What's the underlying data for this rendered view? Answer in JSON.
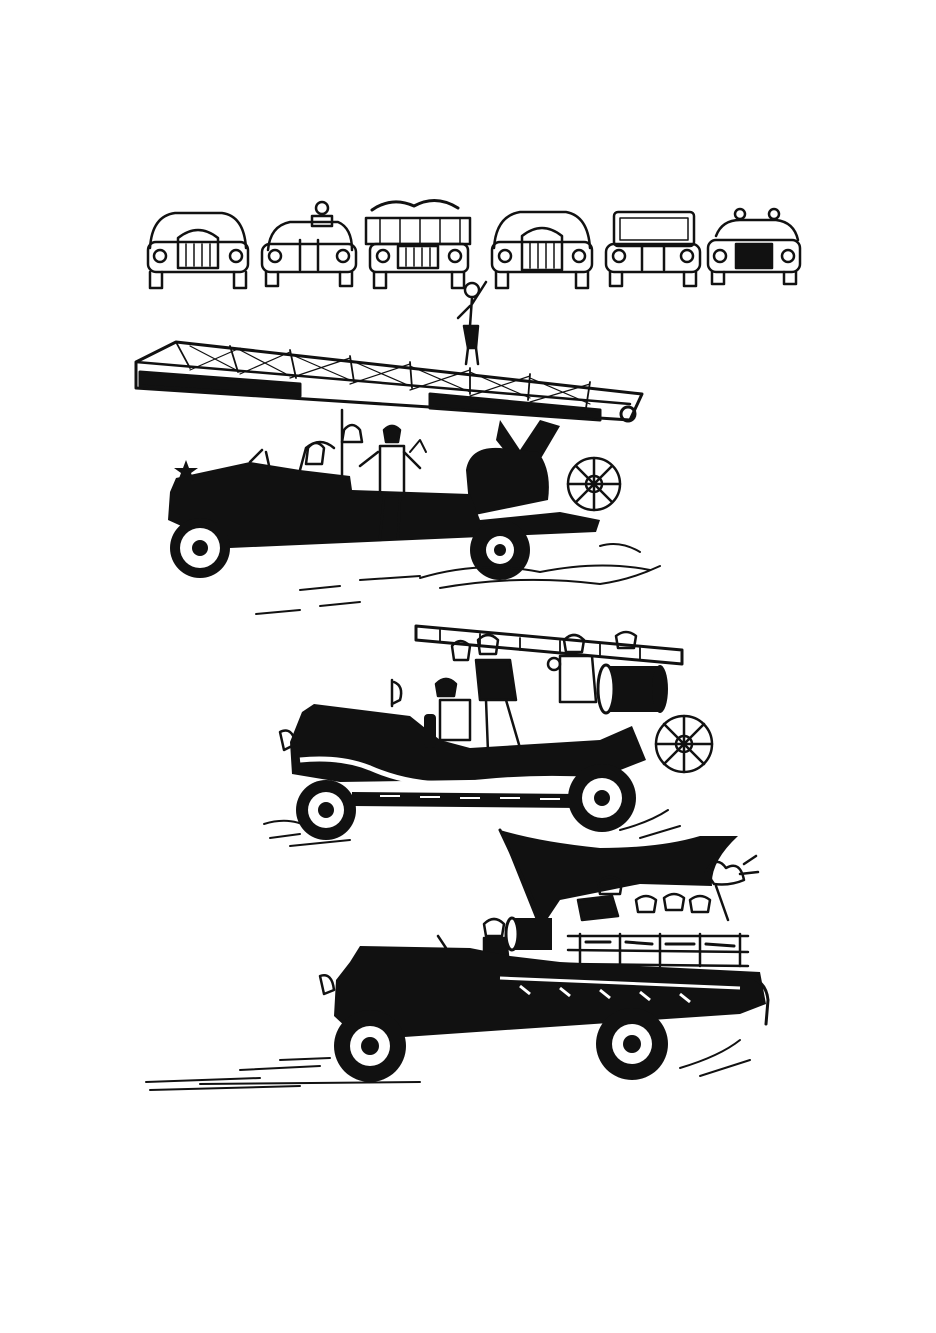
{
  "page": {
    "background": "#ffffff",
    "ink": "#111111"
  },
  "illustration": {
    "style": "black-and-white ink drawing",
    "car_fronts_count": 6,
    "vehicles": [
      {
        "name": "ladder-fire-truck",
        "icon": "ladder-truck"
      },
      {
        "name": "hose-reel-fire-truck",
        "icon": "hose-reel-truck"
      },
      {
        "name": "crew-fire-truck-with-flag",
        "icon": "crew-truck"
      }
    ]
  }
}
